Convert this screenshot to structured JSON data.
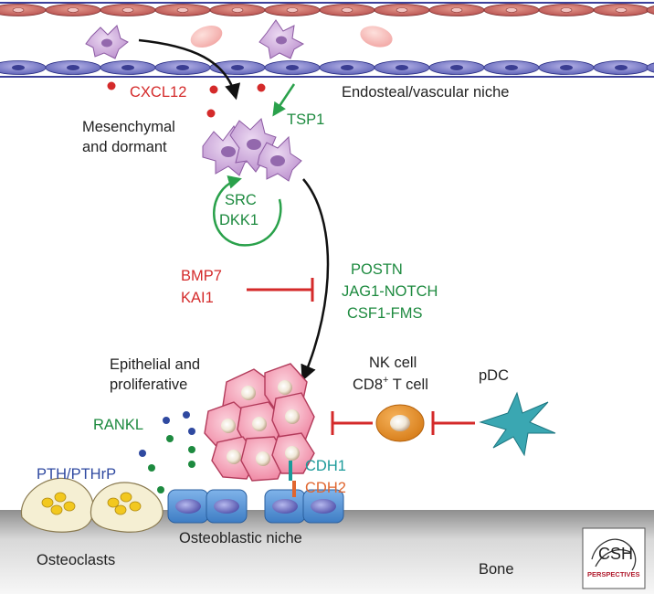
{
  "colors": {
    "red": "#d42a2a",
    "green": "#1d8a3f",
    "blue": "#2f49a0",
    "teal": "#1b9a9a",
    "orange": "#e0662f",
    "black": "#222222",
    "tumor": "#f08aa6",
    "nk_cell": "#e08a24",
    "pdc": "#3aa7b2",
    "vessel_endo": "#7b7fc9",
    "vessel_rbc": "#c94a4a",
    "osteoblast": "#4a8fd6"
  },
  "labels": {
    "cxcl12": "CXCL12",
    "endosteal_niche": "Endosteal/vascular niche",
    "tsp1": "TSP1",
    "mesenchymal_line1": "Mesenchymal",
    "mesenchymal_line2": "and dormant",
    "src": "SRC",
    "dkk1": "DKK1",
    "bmp7": "BMP7",
    "kai1": "KAI1",
    "postn": "POSTN",
    "jag1_notch": "JAG1-NOTCH",
    "csf1_fms": "CSF1-FMS",
    "epithelial_line1": "Epithelial and",
    "epithelial_line2": "proliferative",
    "nk_cell": "NK cell",
    "cd8_prefix": "CD8",
    "cd8_sup": "+",
    "cd8_suffix": " T cell",
    "pdc": "pDC",
    "rankl": "RANKL",
    "pth": "PTH/PTHrP",
    "cdh1": "CDH1",
    "cdh2": "CDH2",
    "osteoclasts": "Osteoclasts",
    "osteoblastic_niche": "Osteoblastic niche",
    "bone": "Bone"
  },
  "logo": {
    "top": "CSH",
    "bottom": "PERSPECTIVES"
  }
}
